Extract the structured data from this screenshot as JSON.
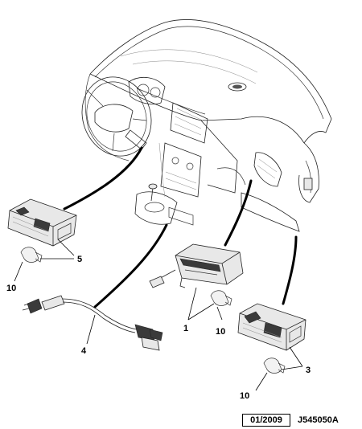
{
  "callouts": {
    "c5": "5",
    "c10a": "10",
    "c4": "4",
    "c1": "1",
    "c10b": "10",
    "c3": "3",
    "c10c": "10"
  },
  "footer": {
    "date": "01/2009",
    "reference": "J545050A"
  }
}
